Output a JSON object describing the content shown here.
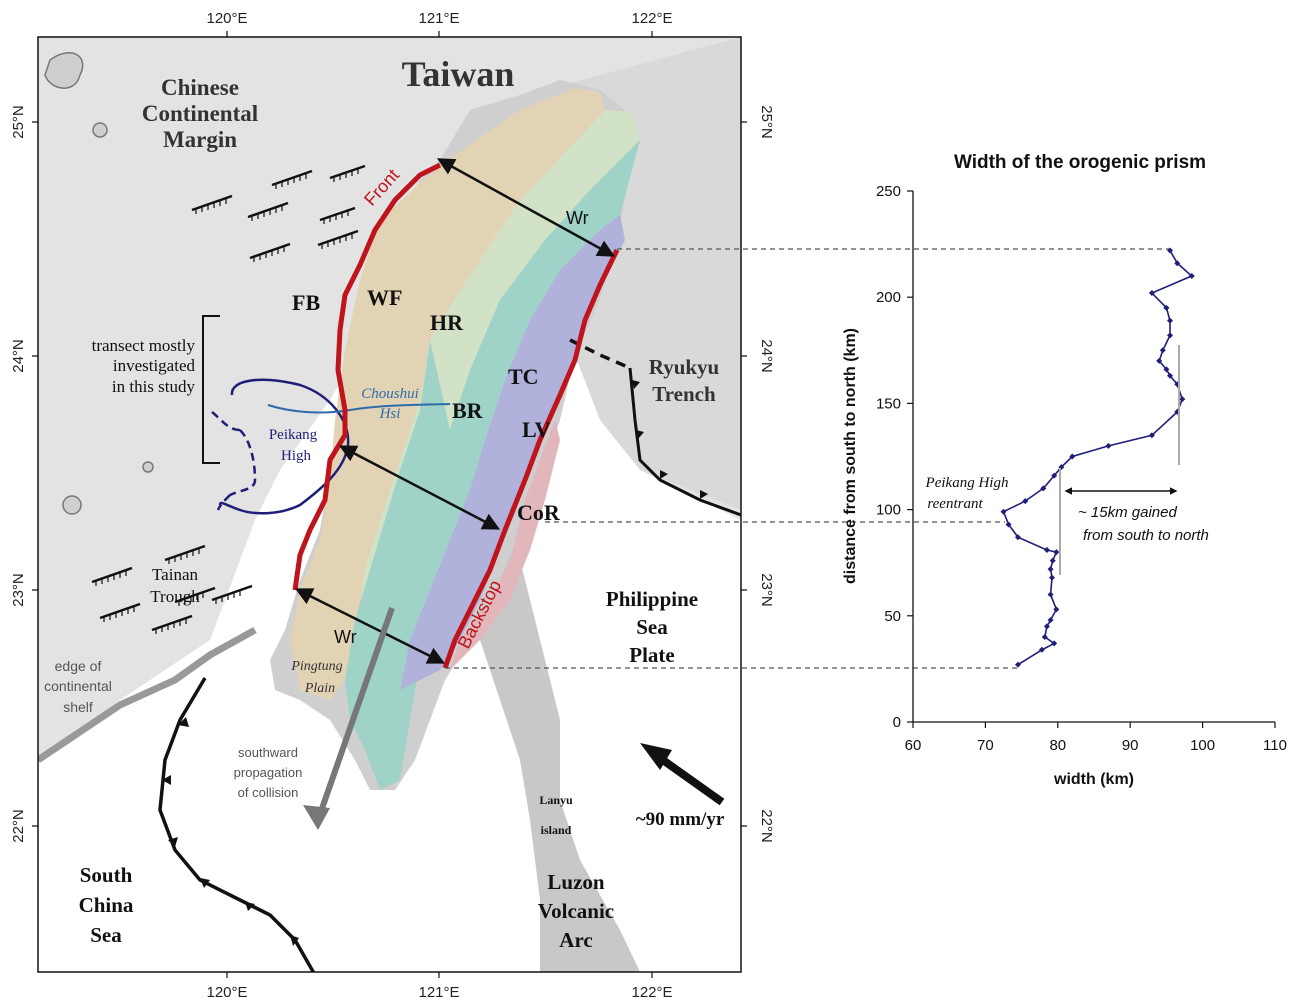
{
  "map": {
    "longitude_ticks": [
      "120°E",
      "121°E",
      "122°E"
    ],
    "latitude_ticks": [
      "25°N",
      "24°N",
      "23°N",
      "22°N"
    ],
    "labels": {
      "taiwan": "Taiwan",
      "chinese_margin": [
        "Chinese",
        "Continental",
        "Margin"
      ],
      "front": "Front",
      "backstop": "Backstop",
      "wr_north": "Wr",
      "wr_south": "Wr",
      "fb": "FB",
      "wf": "WF",
      "hr": "HR",
      "tc": "TC",
      "br": "BR",
      "lv": "LV",
      "cor": "CoR",
      "transect": [
        "transect mostly",
        "investigated",
        "in this study"
      ],
      "choushui": [
        "Choushui",
        "Hsi"
      ],
      "peikang": [
        "Peikang",
        "High"
      ],
      "ryukyu": [
        "Ryukyu",
        "Trench"
      ],
      "tainan": [
        "Tainan",
        "Trough"
      ],
      "philippine": [
        "Philippine",
        "Sea",
        "Plate"
      ],
      "edge_shelf": [
        "edge of",
        "continental",
        "shelf"
      ],
      "pingtung": [
        "Pingtung",
        "Plain"
      ],
      "southward": [
        "southward",
        "propagation",
        "of collision"
      ],
      "lanyu": [
        "Lanyu",
        "island"
      ],
      "velocity": "~90 mm/yr",
      "south_china_sea": [
        "South",
        "China",
        "Sea"
      ],
      "luzon": [
        "Luzon",
        "Volcanic",
        "Arc"
      ]
    },
    "colors": {
      "front_line": "#c0141c",
      "sea_gray": "#e3e3e3",
      "island_gray": "#c8c8c8",
      "western_foothills": "#e2d3b5",
      "hsueshan_range": "#d2e2c6",
      "backbone": "#9fd3c8",
      "tailuko": "#b0b2dc",
      "coastal_range": "#e1b7bb",
      "peikang": "#1f1f7a",
      "choushui": "#2e6ca8"
    }
  },
  "chart_data": {
    "type": "line",
    "title": "Width of the orogenic prism",
    "xlabel": "width (km)",
    "ylabel": "distance from south to north (km)",
    "xlim": [
      60,
      110
    ],
    "ylim": [
      0,
      250
    ],
    "xticks": [
      60,
      70,
      80,
      90,
      100,
      110
    ],
    "yticks": [
      0,
      50,
      100,
      150,
      200,
      250
    ],
    "series": [
      {
        "points": [
          [
            74.5,
            27
          ],
          [
            77.8,
            34
          ],
          [
            79.5,
            37
          ],
          [
            78.2,
            40
          ],
          [
            78.5,
            45
          ],
          [
            79.0,
            48
          ],
          [
            79.8,
            53
          ],
          [
            79.0,
            60
          ],
          [
            79.2,
            68
          ],
          [
            79.0,
            72
          ],
          [
            79.3,
            76
          ],
          [
            79.8,
            80
          ],
          [
            78.5,
            81
          ],
          [
            74.5,
            87
          ],
          [
            73.2,
            93
          ],
          [
            72.5,
            99
          ],
          [
            75.5,
            104
          ],
          [
            78.0,
            110
          ],
          [
            79.5,
            116
          ],
          [
            80.5,
            120
          ],
          [
            82.0,
            125
          ],
          [
            87.0,
            130
          ],
          [
            93.0,
            135
          ],
          [
            96.5,
            146
          ],
          [
            97.2,
            152
          ],
          [
            96.5,
            159
          ],
          [
            95.5,
            163
          ],
          [
            95.0,
            166
          ],
          [
            94.0,
            170
          ],
          [
            94.5,
            175
          ],
          [
            95.5,
            182
          ],
          [
            95.5,
            189
          ],
          [
            95.0,
            195
          ],
          [
            93.0,
            202
          ],
          [
            98.5,
            210
          ],
          [
            96.5,
            216
          ],
          [
            95.5,
            222
          ]
        ]
      }
    ],
    "annotations": {
      "reentrant": [
        "Peikang High",
        "reentrant"
      ],
      "gain": [
        "~ 15km gained",
        "from south to north"
      ]
    }
  }
}
